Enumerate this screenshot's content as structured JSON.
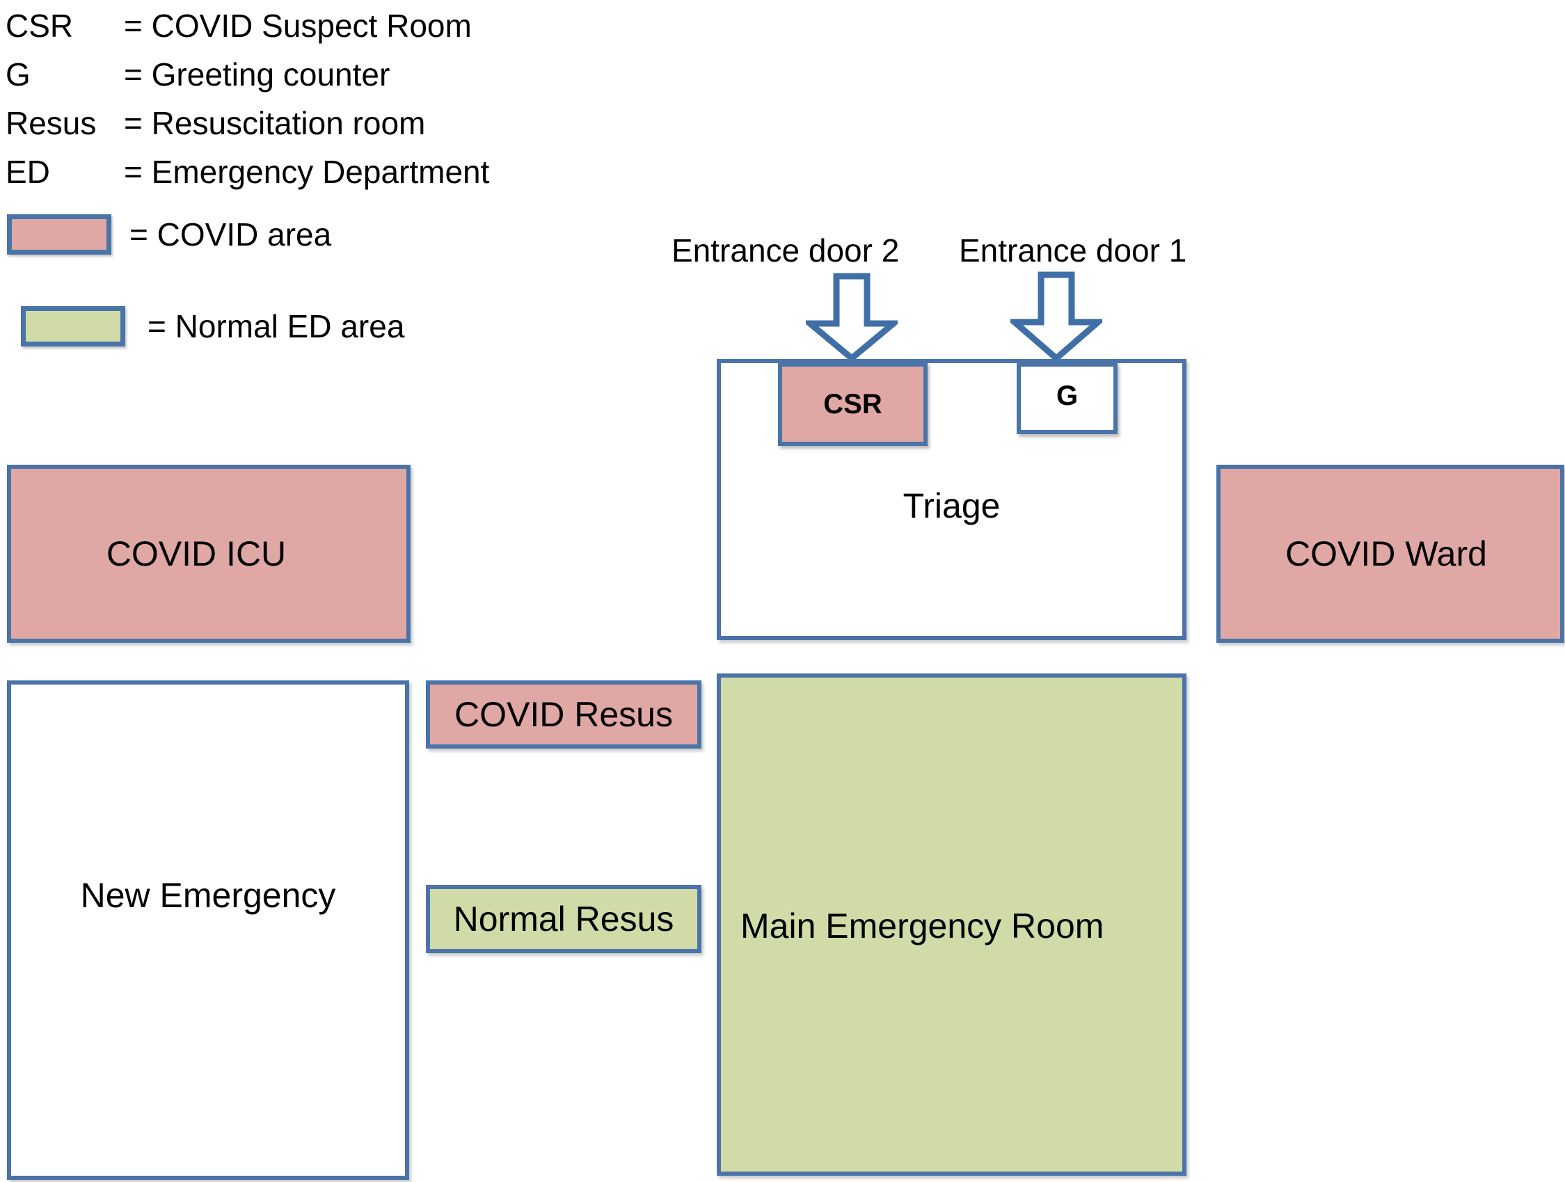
{
  "legend": {
    "abbreviations": [
      {
        "key": "CSR",
        "definition": "= COVID Suspect Room"
      },
      {
        "key": "G",
        "definition": "= Greeting counter"
      },
      {
        "key": "Resus",
        "definition": "= Resuscitation room"
      },
      {
        "key": "ED",
        "definition": "= Emergency Department"
      }
    ],
    "swatches": [
      {
        "label": "= COVID area",
        "color": "#e0a8a5",
        "border": "#4a74a8"
      },
      {
        "label": "= Normal ED area",
        "color": "#d0dba8",
        "border": "#4a74a8"
      }
    ]
  },
  "doors": {
    "door2": {
      "label": "Entrance door 2",
      "icon": "down-arrow-icon"
    },
    "door1": {
      "label": "Entrance door 1",
      "icon": "down-arrow-icon"
    }
  },
  "rooms": {
    "covid_icu": {
      "label": "COVID ICU",
      "fill": "#e0a8a5",
      "type": "covid"
    },
    "covid_ward": {
      "label": "COVID Ward",
      "fill": "#e0a8a5",
      "type": "covid"
    },
    "triage": {
      "label": "Triage",
      "fill": "#ffffff",
      "type": "neutral"
    },
    "csr": {
      "label": "CSR",
      "fill": "#e0a8a5",
      "type": "covid"
    },
    "greeting": {
      "label": "G",
      "fill": "#ffffff",
      "type": "neutral"
    },
    "new_emergency": {
      "label": "New Emergency",
      "fill": "#ffffff",
      "type": "neutral"
    },
    "covid_resus": {
      "label": "COVID Resus",
      "fill": "#e0a8a5",
      "type": "covid"
    },
    "normal_resus": {
      "label": "Normal Resus",
      "fill": "#d0dba8",
      "type": "normal"
    },
    "main_emergency": {
      "label": "Main Emergency Room",
      "fill": "#d0dba8",
      "type": "normal"
    }
  },
  "colors": {
    "covid_area": "#e0a8a5",
    "normal_ed_area": "#d0dba8",
    "outline": "#4a74a8",
    "background": "#ffffff"
  }
}
